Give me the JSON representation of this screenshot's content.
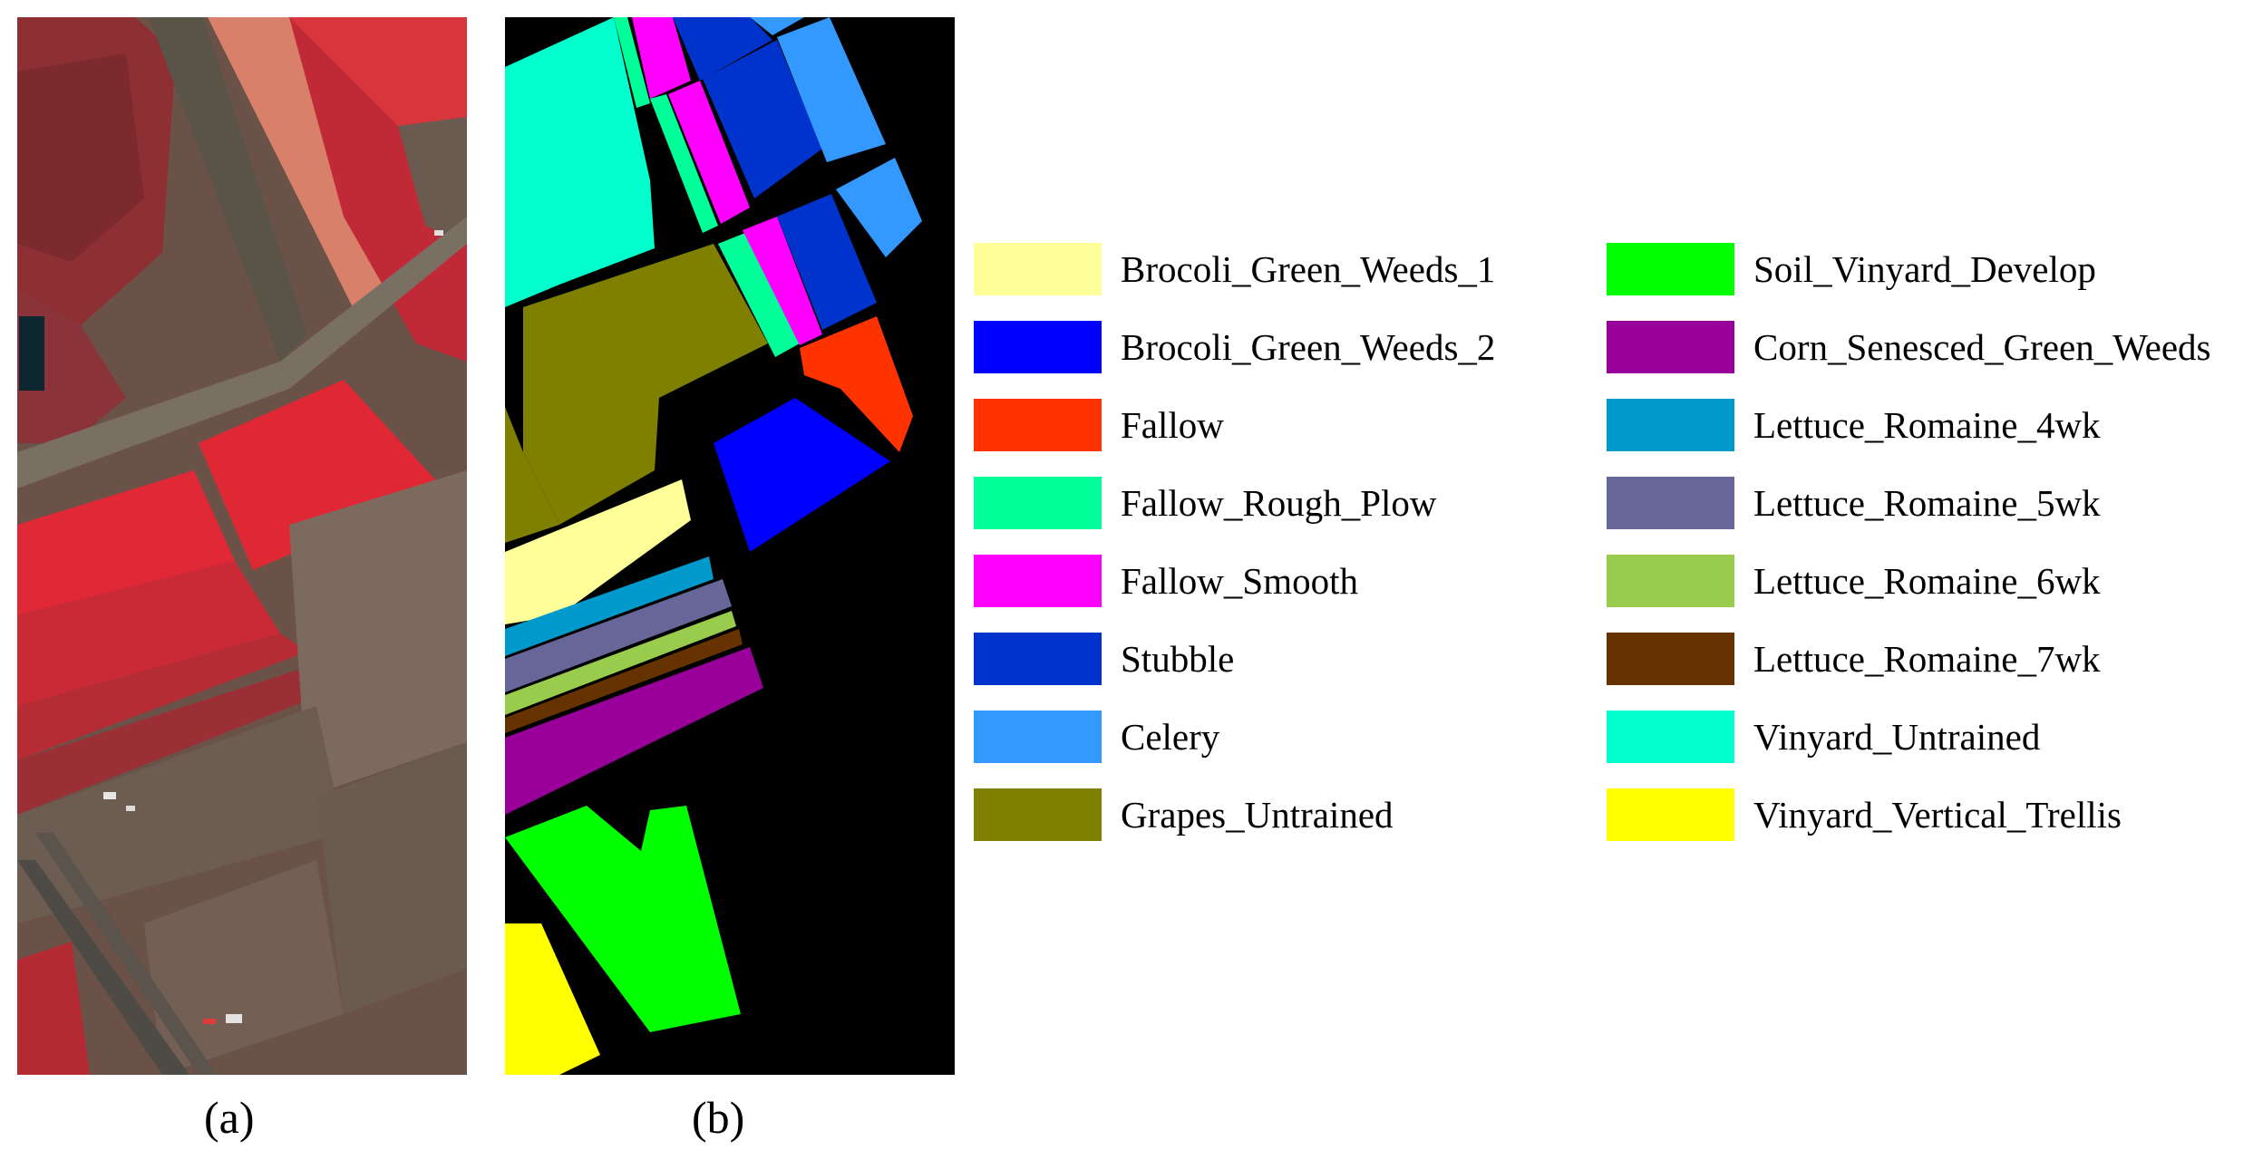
{
  "captions": {
    "a": "(a)",
    "b": "(b)"
  },
  "legend": {
    "left": [
      {
        "label": "Brocoli_Green_Weeds_1",
        "color": "#ffff99"
      },
      {
        "label": "Brocoli_Green_Weeds_2",
        "color": "#0000ff"
      },
      {
        "label": "Fallow",
        "color": "#ff3300"
      },
      {
        "label": "Fallow_Rough_Plow",
        "color": "#00ff99"
      },
      {
        "label": "Fallow_Smooth",
        "color": "#ff00ff"
      },
      {
        "label": "Stubble",
        "color": "#0033cc"
      },
      {
        "label": "Celery",
        "color": "#3399ff"
      },
      {
        "label": "Grapes_Untrained",
        "color": "#808000"
      }
    ],
    "right": [
      {
        "label": "Soil_Vinyard_Develop",
        "color": "#00ff00"
      },
      {
        "label": "Corn_Senesced_Green_Weeds",
        "color": "#990099"
      },
      {
        "label": "Lettuce_Romaine_4wk",
        "color": "#0099cc"
      },
      {
        "label": "Lettuce_Romaine_5wk",
        "color": "#666699"
      },
      {
        "label": "Lettuce_Romaine_6wk",
        "color": "#99cc4d"
      },
      {
        "label": "Lettuce_Romaine_7wk",
        "color": "#663300"
      },
      {
        "label": "Vinyard_Untrained",
        "color": "#00ffcc"
      },
      {
        "label": "Vinyard_Vertical_Trellis",
        "color": "#ffff00"
      }
    ]
  }
}
